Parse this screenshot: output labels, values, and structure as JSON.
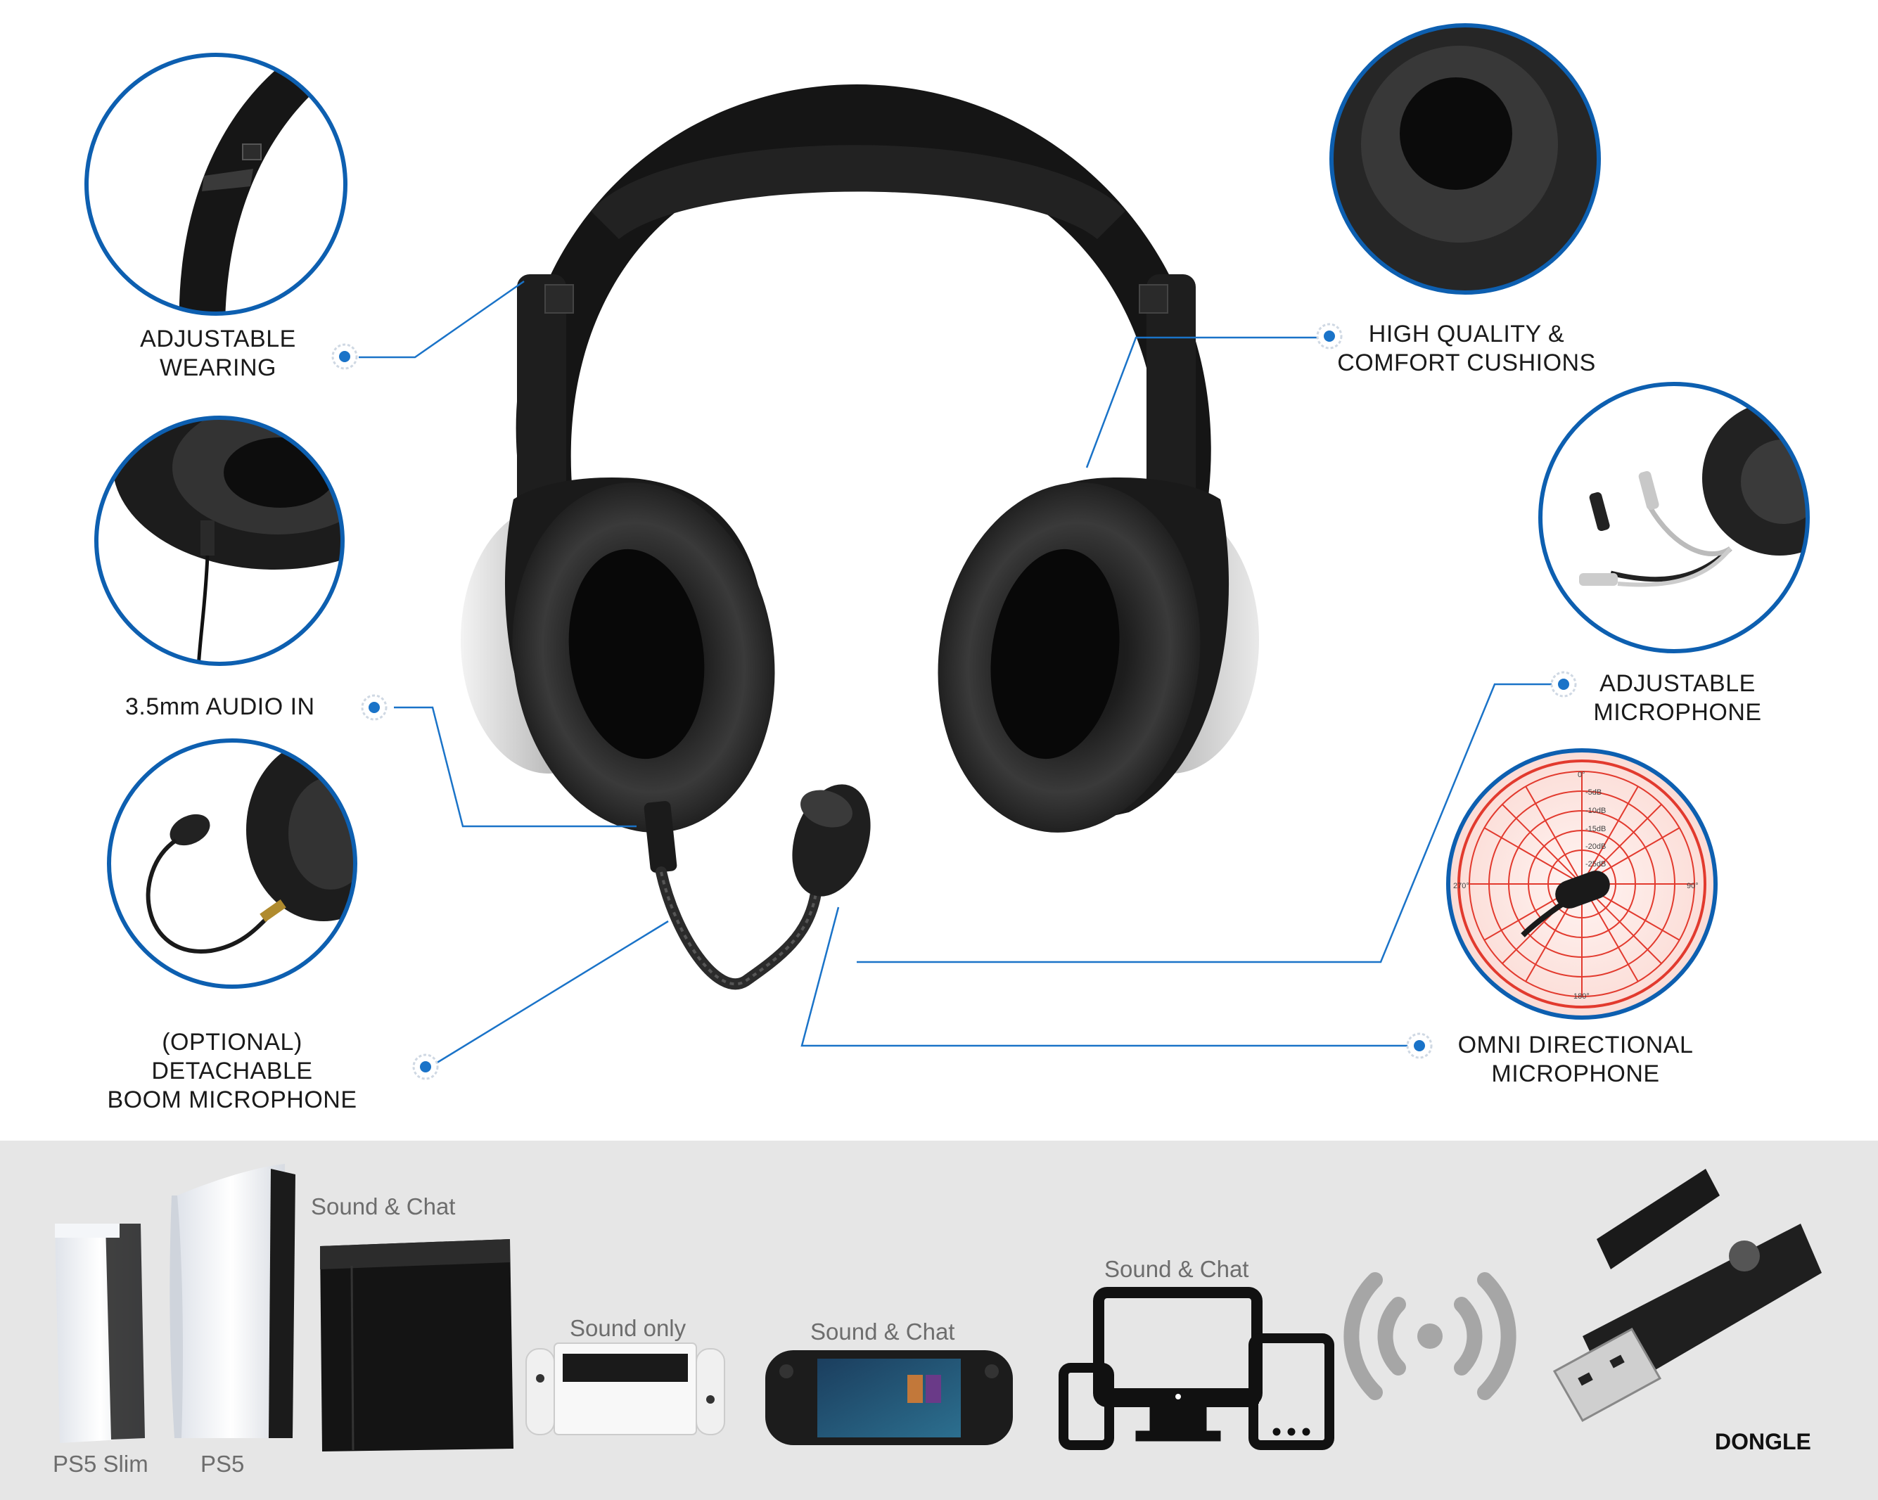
{
  "features": {
    "adjustable_wearing": "ADJUSTABLE\nWEARING",
    "audio_in": "3.5mm AUDIO IN",
    "boom_mic": "(OPTIONAL)\nDETACHABLE\nBOOM MICROPHONE",
    "cushions": "HIGH QUALITY &\nCOMFORT CUSHIONS",
    "adjustable_mic": "ADJUSTABLE\nMICROPHONE",
    "omni_mic": "OMNI DIRECTIONAL\nMICROPHONE"
  },
  "polar_chart": {
    "angles": [
      "0°",
      "90°",
      "180°",
      "270°"
    ],
    "levels": [
      "-5dB",
      "-10dB",
      "-15dB",
      "-20dB",
      "-25dB"
    ]
  },
  "compat": {
    "ps5_slim": "PS5 Slim",
    "ps5": "PS5",
    "ps4_note": "Sound & Chat",
    "switch_note": "Sound only",
    "deck_note": "Sound & Chat",
    "devices_note": "Sound & Chat",
    "dongle": "DONGLE"
  },
  "colors": {
    "accent": "#1a73c8",
    "callout_ring": "#0d5fb0",
    "strip_bg": "#e6e6e6",
    "polar_red": "#e23a2e"
  }
}
